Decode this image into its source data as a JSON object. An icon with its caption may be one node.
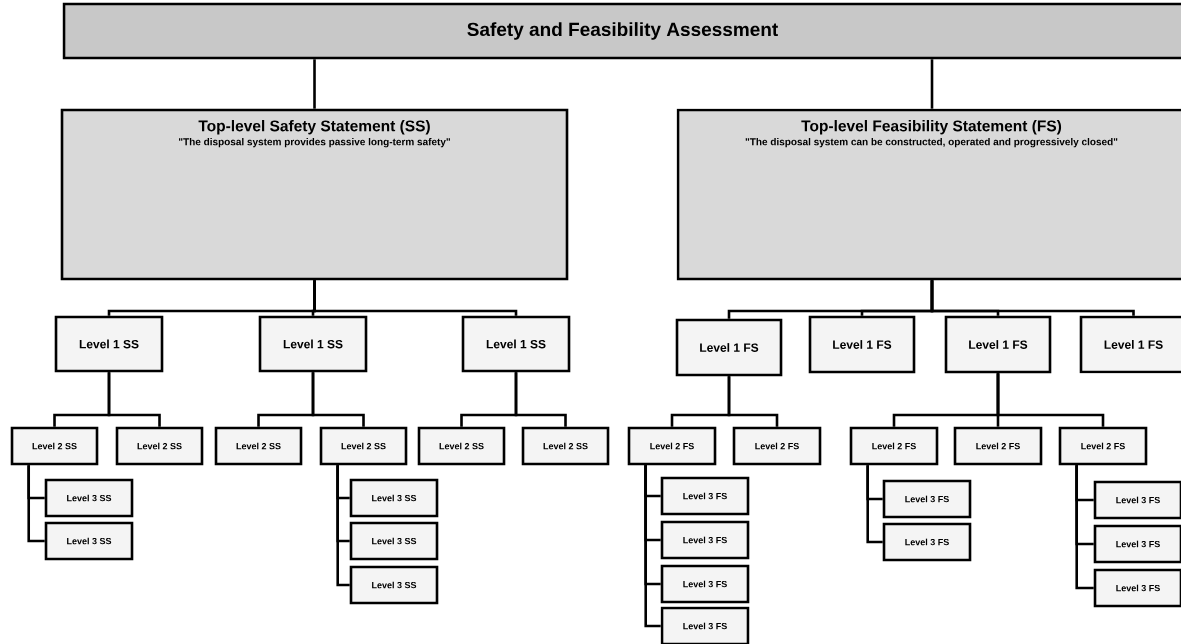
{
  "diagram": {
    "nodes": [
      {
        "text": [
          "Safety and Feasibility Assessment"
        ]
      },
      {
        "text": [
          "Top-level Safety Statement (SS)",
          "\"The disposal system provides passive long-term safety\""
        ]
      },
      {
        "text": [
          "Top-level Feasibility Statement (FS)",
          "\"The disposal system can be constructed, operated and progressively closed\""
        ]
      },
      {
        "text": [
          "Level 1 SS"
        ]
      },
      {
        "text": [
          "Level 1 SS"
        ]
      },
      {
        "text": [
          "Level 1 SS"
        ]
      },
      {
        "text": [
          "Level 1 FS"
        ]
      },
      {
        "text": [
          "Level 1 FS"
        ]
      },
      {
        "text": [
          "Level 1 FS"
        ]
      },
      {
        "text": [
          "Level 1 FS"
        ]
      },
      {
        "text": [
          "Level 2 SS"
        ]
      },
      {
        "text": [
          "Level 2 SS"
        ]
      },
      {
        "text": [
          "Level 2 SS"
        ]
      },
      {
        "text": [
          "Level 2 SS"
        ]
      },
      {
        "text": [
          "Level 2 SS"
        ]
      },
      {
        "text": [
          "Level 2 SS"
        ]
      },
      {
        "text": [
          "Level 2 FS"
        ]
      },
      {
        "text": [
          "Level 2 FS"
        ]
      },
      {
        "text": [
          "Level 2 FS"
        ]
      },
      {
        "text": [
          "Level 2 FS"
        ]
      },
      {
        "text": [
          "Level 2 FS"
        ]
      },
      {
        "text": [
          "Level 3 SS"
        ]
      },
      {
        "text": [
          "Level 3 SS"
        ]
      },
      {
        "text": [
          "Level 3 SS"
        ]
      },
      {
        "text": [
          "Level 3 SS"
        ]
      },
      {
        "text": [
          "Level 3 SS"
        ]
      },
      {
        "text": [
          "Level 3 FS"
        ]
      },
      {
        "text": [
          "Level 3 FS"
        ]
      },
      {
        "text": [
          "Level 3 FS"
        ]
      },
      {
        "text": [
          "Level 3 FS"
        ]
      },
      {
        "text": [
          "Level 3 FS"
        ]
      },
      {
        "text": [
          "Level 3 FS"
        ]
      },
      {
        "text": [
          "Level 3 FS"
        ]
      },
      {
        "text": [
          "Level 3 FS"
        ]
      },
      {
        "text": [
          "Level 3 FS"
        ]
      }
    ],
    "edges": [
      {
        "from": 0,
        "to": 1,
        "arrow": "none"
      },
      {
        "from": 0,
        "to": 2,
        "arrow": "none"
      },
      {
        "from": 1,
        "to": 3,
        "arrow": "none"
      },
      {
        "from": 1,
        "to": 4,
        "arrow": "none"
      },
      {
        "from": 1,
        "to": 5,
        "arrow": "none"
      },
      {
        "from": 2,
        "to": 6,
        "arrow": "none"
      },
      {
        "from": 2,
        "to": 7,
        "arrow": "none"
      },
      {
        "from": 2,
        "to": 8,
        "arrow": "none"
      },
      {
        "from": 2,
        "to": 9,
        "arrow": "none"
      },
      {
        "from": 3,
        "to": 10,
        "arrow": "none"
      },
      {
        "from": 3,
        "to": 11,
        "arrow": "none"
      },
      {
        "from": 4,
        "to": 12,
        "arrow": "none"
      },
      {
        "from": 4,
        "to": 13,
        "arrow": "none"
      },
      {
        "from": 5,
        "to": 14,
        "arrow": "none"
      },
      {
        "from": 5,
        "to": 15,
        "arrow": "none"
      },
      {
        "from": 6,
        "to": 16,
        "arrow": "none"
      },
      {
        "from": 6,
        "to": 17,
        "arrow": "none"
      },
      {
        "from": 8,
        "to": 18,
        "arrow": "none"
      },
      {
        "from": 8,
        "to": 19,
        "arrow": "none"
      },
      {
        "from": 8,
        "to": 20,
        "arrow": "none"
      },
      {
        "from": 10,
        "to": 21,
        "arrow": "none"
      },
      {
        "from": 10,
        "to": 22,
        "arrow": "none"
      },
      {
        "from": 13,
        "to": 23,
        "arrow": "none"
      },
      {
        "from": 13,
        "to": 24,
        "arrow": "none"
      },
      {
        "from": 13,
        "to": 25,
        "arrow": "none"
      },
      {
        "from": 16,
        "to": 26,
        "arrow": "none"
      },
      {
        "from": 16,
        "to": 27,
        "arrow": "none"
      },
      {
        "from": 16,
        "to": 28,
        "arrow": "none"
      },
      {
        "from": 16,
        "to": 29,
        "arrow": "none"
      },
      {
        "from": 18,
        "to": 30,
        "arrow": "none"
      },
      {
        "from": 18,
        "to": 31,
        "arrow": "none"
      },
      {
        "from": 20,
        "to": 32,
        "arrow": "none"
      },
      {
        "from": 20,
        "to": 33,
        "arrow": "none"
      },
      {
        "from": 20,
        "to": 34,
        "arrow": "none"
      }
    ]
  }
}
